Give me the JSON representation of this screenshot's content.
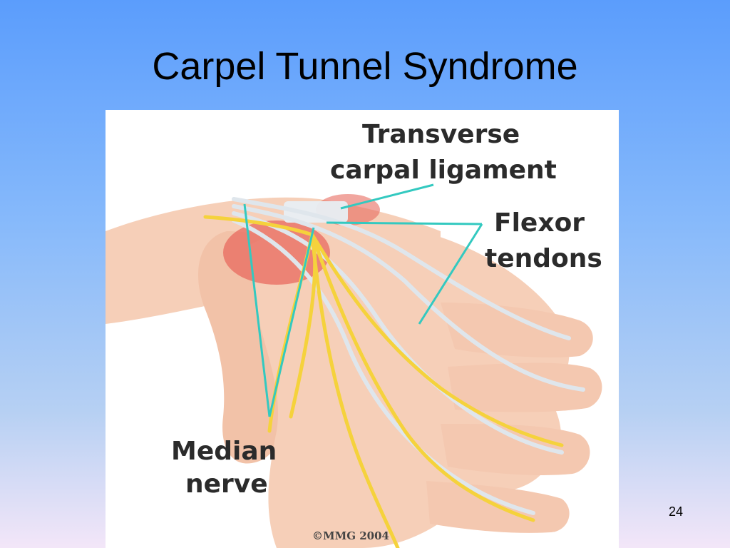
{
  "slide": {
    "title": "Carpel Tunnel Syndrome",
    "number": "24"
  },
  "figure": {
    "labels": {
      "transverse_line1": "Transverse",
      "transverse_line2": "carpal ligament",
      "flexor_line1": "Flexor",
      "flexor_line2": "tendons",
      "median_line1": "Median",
      "median_line2": "nerve"
    },
    "copyright": "©MMG 2004",
    "colors": {
      "skin": "#f6cfb8",
      "skin_shadow": "#e9a88e",
      "muscle": "#e86a5f",
      "nerve": "#f5d23c",
      "tendon": "#dfe6ec",
      "pointer": "#33c9c0"
    }
  }
}
